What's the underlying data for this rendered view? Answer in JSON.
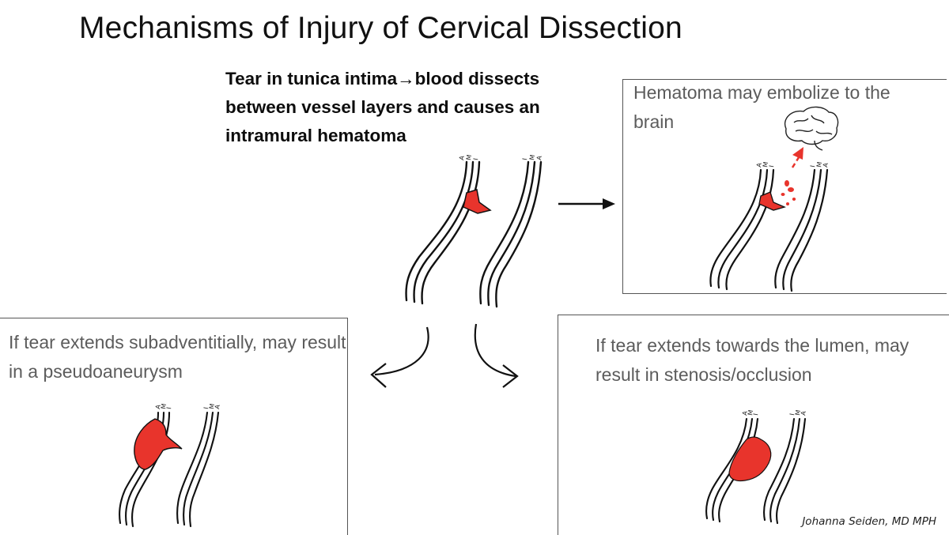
{
  "title": "Mechanisms of Injury of Cervical Dissection",
  "main_description": "Tear in tunica intima→blood dissects between vessel layers and causes an intramural hematoma",
  "panels": {
    "embolize": {
      "text": "Hematoma may embolize to the brain"
    },
    "pseudoaneurysm": {
      "text": "If tear extends subadventitially, may result in a pseudoaneurysm"
    },
    "stenosis": {
      "text": "If tear extends towards the lumen, may result in stenosis/occlusion"
    }
  },
  "layer_labels": {
    "adventitia": "A",
    "media": "M",
    "intima": "I"
  },
  "signature": "Johanna Seiden, MD MPH",
  "colors": {
    "hematoma": "#e8342c",
    "stroke": "#111111",
    "panel_text": "#5c5c5c"
  },
  "icons": [
    "brain-icon",
    "arrow-right-icon",
    "arrow-curve-left-icon",
    "arrow-curve-right-icon",
    "arrow-up-icon"
  ]
}
